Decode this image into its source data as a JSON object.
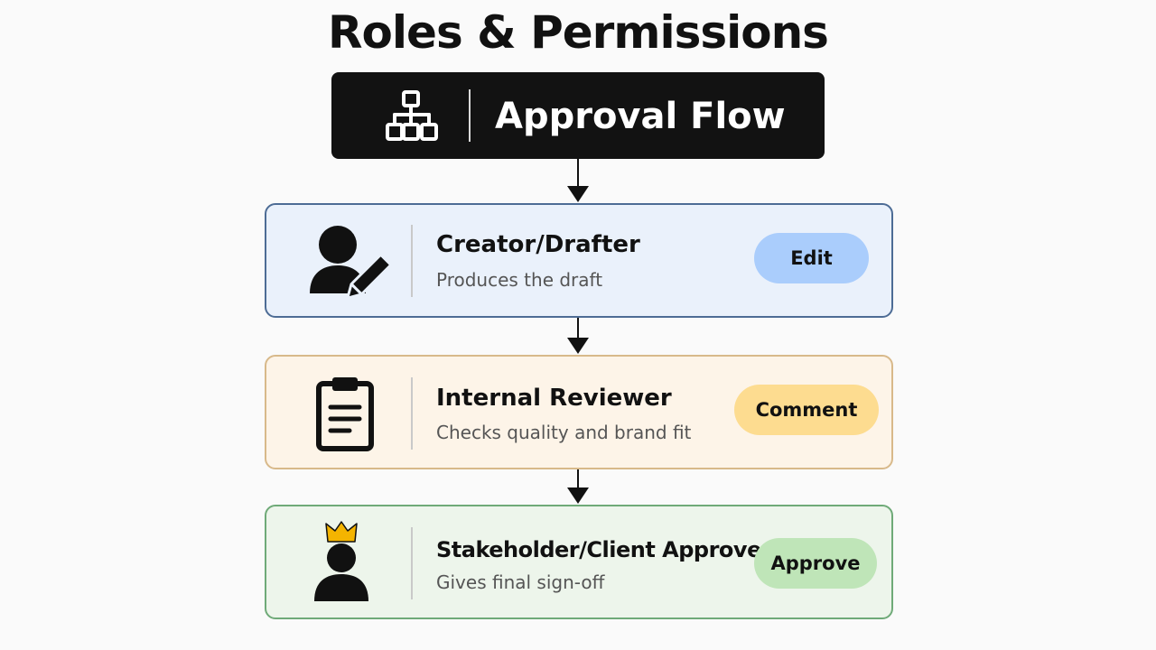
{
  "title": "Roles & Permissions",
  "header": {
    "label": "Approval Flow",
    "icon": "org-chart-icon"
  },
  "roles": [
    {
      "title": "Creator/Drafter",
      "description": "Produces the draft",
      "permission": "Edit",
      "icon": "user-edit-icon",
      "card_bg": "#eaf1fb",
      "card_border": "#4d6c95",
      "pill_bg": "#aacdfc"
    },
    {
      "title": "Internal Reviewer",
      "description": "Checks quality and brand fit",
      "permission": "Comment",
      "icon": "clipboard-icon",
      "card_bg": "#fdf4e8",
      "card_border": "#d8b98a",
      "pill_bg": "#fddc90"
    },
    {
      "title": "Stakeholder/Client Approver",
      "description": "Gives final sign-off",
      "permission": "Approve",
      "icon": "crowned-user-icon",
      "card_bg": "#edf5eb",
      "card_border": "#6faa78",
      "pill_bg": "#bfe5b8"
    }
  ]
}
